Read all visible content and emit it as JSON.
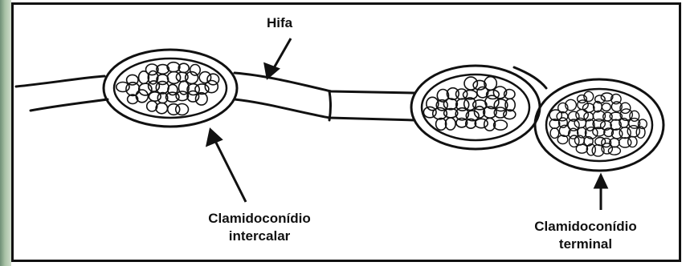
{
  "labels": {
    "hifa": "Hifa",
    "intercalar_line1": "Clamidoconídio",
    "intercalar_line2": "intercalar",
    "terminal_line1": "Clamidoconídio",
    "terminal_line2": "terminal"
  },
  "colors": {
    "ink": "#111111",
    "background": "#ffffff",
    "left_border": "#a9c2a6"
  }
}
